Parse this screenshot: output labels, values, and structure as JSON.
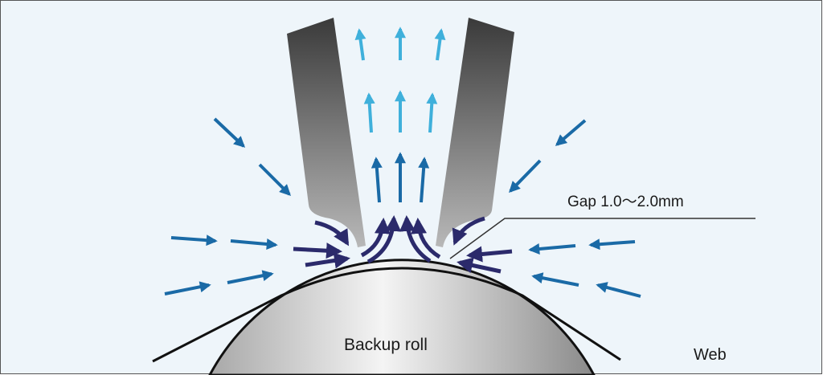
{
  "labels": {
    "gap": "Gap  1.0～2.0mm",
    "backup_roll": "Backup roll",
    "web": "Web"
  },
  "colors": {
    "background": "#eef5fa",
    "near_flow": "#2b2a6b",
    "outer_flow": "#1a6aa6",
    "exhaust_flow": "#3fb0db"
  }
}
